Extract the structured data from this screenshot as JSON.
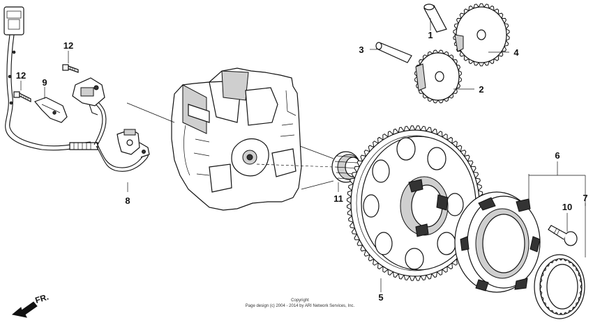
{
  "diagram": {
    "callouts": [
      "1",
      "2",
      "3",
      "4",
      "5",
      "6",
      "7",
      "8",
      "9",
      "10",
      "11",
      "12",
      "12"
    ],
    "direction_label": "FR.",
    "copyright_title": "Copyright",
    "copyright_line": "Page design (c) 2004 - 2014 by ARI Network Services, Inc."
  },
  "icons": [
    "front-direction-arrow-icon"
  ]
}
